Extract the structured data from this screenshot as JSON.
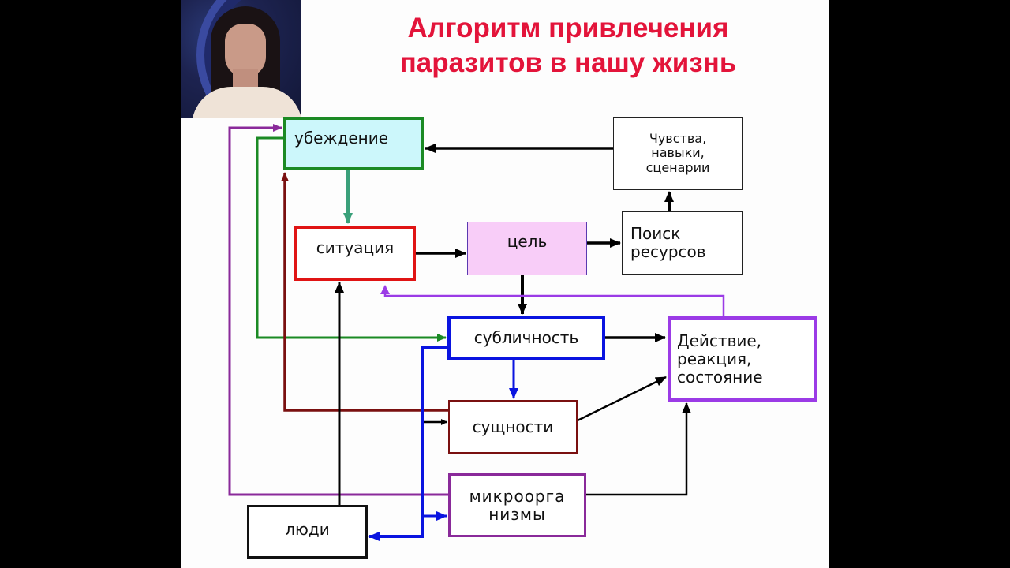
{
  "slide": {
    "title_lines": [
      "Алгоритм привлечения",
      "паразитов в нашу жизнь"
    ],
    "title_color": "#e3143a",
    "presenter_photo": "presenter-portrait"
  },
  "nodes": {
    "ubezhdenie": {
      "lines": [
        "убеждение"
      ],
      "fill": "#ccf7fb",
      "border": "#1b8a24"
    },
    "chuvstva": {
      "lines": [
        "Чувства,",
        "навыки,",
        "сценарии"
      ],
      "fill": "#ffffff",
      "border": "#222222"
    },
    "situatsiya": {
      "lines": [
        "ситуация"
      ],
      "fill": "#ffffff",
      "border": "#e01414"
    },
    "tsel": {
      "lines": [
        "цель"
      ],
      "fill": "#f8cdf8",
      "border": "#5a3ab0"
    },
    "poisk": {
      "lines": [
        "Поиск",
        "ресурсов"
      ],
      "fill": "#ffffff",
      "border": "#222222"
    },
    "sublichnost": {
      "lines": [
        "субличность"
      ],
      "fill": "#ffffff",
      "border": "#0a14e0"
    },
    "deystvie": {
      "lines": [
        "Действие,",
        "реакция,",
        "состояние"
      ],
      "fill": "#ffffff",
      "border": "#9b3be6"
    },
    "sushchnosti": {
      "lines": [
        "сущности"
      ],
      "fill": "#ffffff",
      "border": "#7a1010"
    },
    "mikro": {
      "lines": [
        "микроорга",
        "низмы"
      ],
      "fill": "#ffffff",
      "border": "#8a2a9a"
    },
    "lyudi": {
      "lines": [
        "люди"
      ],
      "fill": "#ffffff",
      "border": "#111111"
    }
  },
  "edges": [
    {
      "from": "ubezhdenie",
      "to": "situatsiya",
      "color": "#3aa07a"
    },
    {
      "from": "situatsiya",
      "to": "tsel",
      "color": "#000000"
    },
    {
      "from": "tsel",
      "to": "poisk",
      "color": "#000000"
    },
    {
      "from": "poisk",
      "to": "chuvstva",
      "color": "#000000"
    },
    {
      "from": "chuvstva",
      "to": "ubezhdenie",
      "color": "#000000"
    },
    {
      "from": "tsel",
      "to": "sublichnost",
      "color": "#000000"
    },
    {
      "from": "sublichnost",
      "to": "deystvie",
      "color": "#000000"
    },
    {
      "from": "sublichnost",
      "to": "sushchnosti",
      "color": "#0a14e0"
    },
    {
      "from": "sublichnost",
      "to": "mikro",
      "color": "#0a14e0"
    },
    {
      "from": "sublichnost",
      "to": "lyudi",
      "color": "#0a14e0"
    },
    {
      "from": "sushchnosti",
      "to": "deystvie",
      "color": "#000000"
    },
    {
      "from": "mikro",
      "to": "deystvie",
      "color": "#000000"
    },
    {
      "from": "deystvie",
      "to": "situatsiya",
      "color": "#9b3be6"
    },
    {
      "from": "ubezhdenie",
      "to": "sublichnost",
      "color": "#1b8a24"
    },
    {
      "from": "sushchnosti",
      "to": "ubezhdenie",
      "color": "#7a1010"
    },
    {
      "from": "mikro",
      "to": "ubezhdenie",
      "color": "#8a2a9a"
    },
    {
      "from": "lyudi",
      "to": "situatsiya",
      "color": "#000000"
    },
    {
      "from": "sublichnost",
      "to": "sushchnosti",
      "color": "#000000",
      "note": "black side arrow from blue trunk"
    }
  ]
}
